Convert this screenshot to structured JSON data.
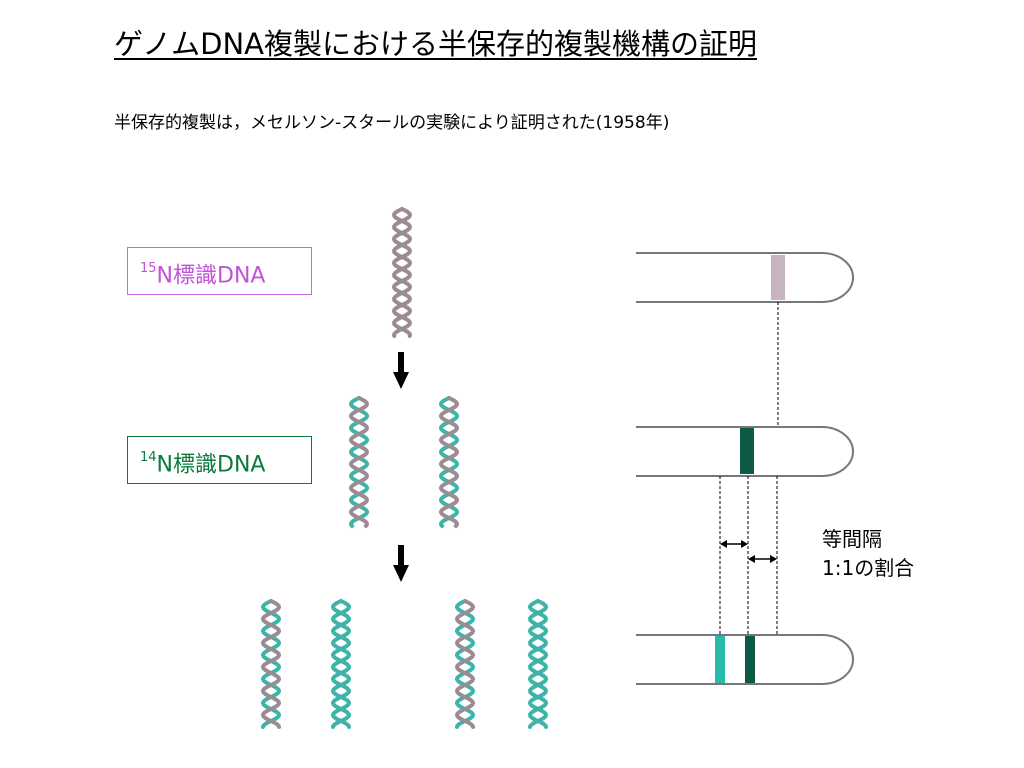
{
  "title": "ゲノムDNA複製における半保存的複製機構の証明",
  "subtitle": "半保存的複製は，メセルソン-スタールの実験により証明された(1958年)",
  "labels": {
    "n15": {
      "sup": "15",
      "text": "N標識DNA"
    },
    "n14": {
      "sup": "14",
      "text": "N標識DNA"
    }
  },
  "note": {
    "line1": "等間隔",
    "line2": "1:1の割合"
  },
  "colors": {
    "n15_label": "#c451da",
    "n14_label": "#0a7a3c",
    "heavy_strand": "#9b8c93",
    "light_strand": "#3fb3a7",
    "heavy_band": "#c7b4bf",
    "hybrid_band": "#0b5a45",
    "light_band": "#27b9a9"
  },
  "icons": [
    "down-arrow-icon",
    "double-arrow-icon"
  ]
}
